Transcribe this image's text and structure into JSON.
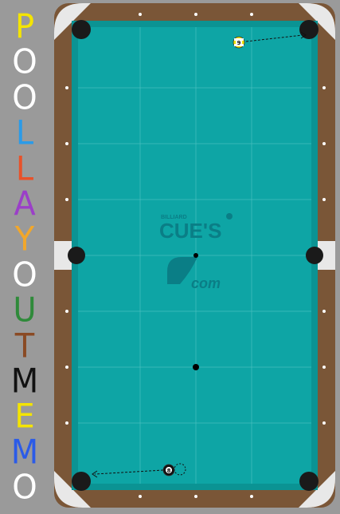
{
  "title_letters": [
    {
      "char": "P",
      "color": "#f4e400"
    },
    {
      "char": "O",
      "color": "#ffffff"
    },
    {
      "char": "O",
      "color": "#ffffff"
    },
    {
      "char": "L",
      "color": "#2b9be8"
    },
    {
      "char": "L",
      "color": "#e8522a"
    },
    {
      "char": "A",
      "color": "#9b3fc8"
    },
    {
      "char": "Y",
      "color": "#f2a72a"
    },
    {
      "char": "O",
      "color": "#ffffff"
    },
    {
      "char": "U",
      "color": "#2f8a3a"
    },
    {
      "char": "T",
      "color": "#8a4a24"
    },
    {
      "char": "M",
      "color": "#111111"
    },
    {
      "char": "E",
      "color": "#f4e400"
    },
    {
      "char": "M",
      "color": "#2b5be8"
    },
    {
      "char": "O",
      "color": "#ffffff"
    }
  ],
  "colors": {
    "felt": "#0ea5a5",
    "felt_cushion": "#0b9393",
    "rail_wood": "#7a5637",
    "rail_corner": "#e8e8e8",
    "pocket": "#1a1a1a",
    "diamond": "#ffffff",
    "spot": "#000000"
  },
  "logo": {
    "small": "BILLIARD",
    "main": "CUE'S",
    "sub": "com"
  },
  "balls": [
    {
      "number": "9",
      "color": "#f4e400",
      "stripe": true
    },
    {
      "number": "8",
      "color": "#111111",
      "stripe": false
    }
  ]
}
